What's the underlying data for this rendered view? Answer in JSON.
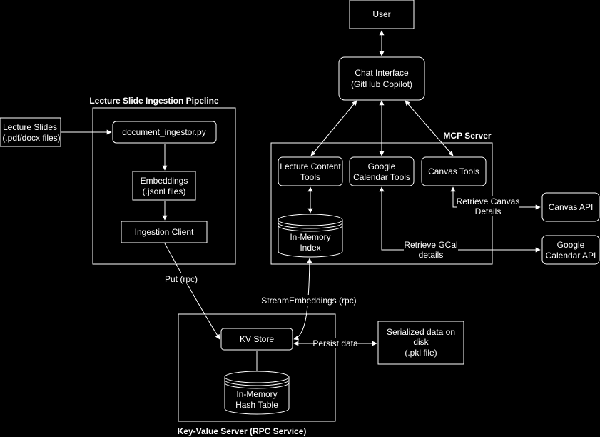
{
  "groups": {
    "pipeline": "Lecture Slide Ingestion Pipeline",
    "mcp": "MCP Server",
    "kv": "Key-Value Server (RPC Service)"
  },
  "nodes": {
    "user": "User",
    "chat_1": "Chat Interface",
    "chat_2": "(GitHub Copilot)",
    "slides_1": "Lecture Slides",
    "slides_2": "(.pdf/docx files)",
    "ingestor": "document_ingestor.py",
    "emb_1": "Embeddings",
    "emb_2": "(.jsonl files)",
    "client": "Ingestion Client",
    "lct_1": "Lecture Content",
    "lct_2": "Tools",
    "gct_1": "Google",
    "gct_2": "Calendar Tools",
    "canvas_tools": "Canvas Tools",
    "idx_1": "In-Memory",
    "idx_2": "Index",
    "canvas_api": "Canvas API",
    "gapi_1": "Google",
    "gapi_2": "Calendar API",
    "kv_store": "KV Store",
    "hash_1": "In-Memory",
    "hash_2": "Hash Table",
    "disk_1": "Serialized data on",
    "disk_2": "disk",
    "disk_3": "(.pkl file)"
  },
  "edges": {
    "put": "Put (rpc)",
    "stream": "StreamEmbeddings (rpc)",
    "persist": "Persist data",
    "canvas_1": "Retrieve Canvas",
    "canvas_2": "Details",
    "gcal_1": "Retrieve GCal",
    "gcal_2": "details"
  }
}
